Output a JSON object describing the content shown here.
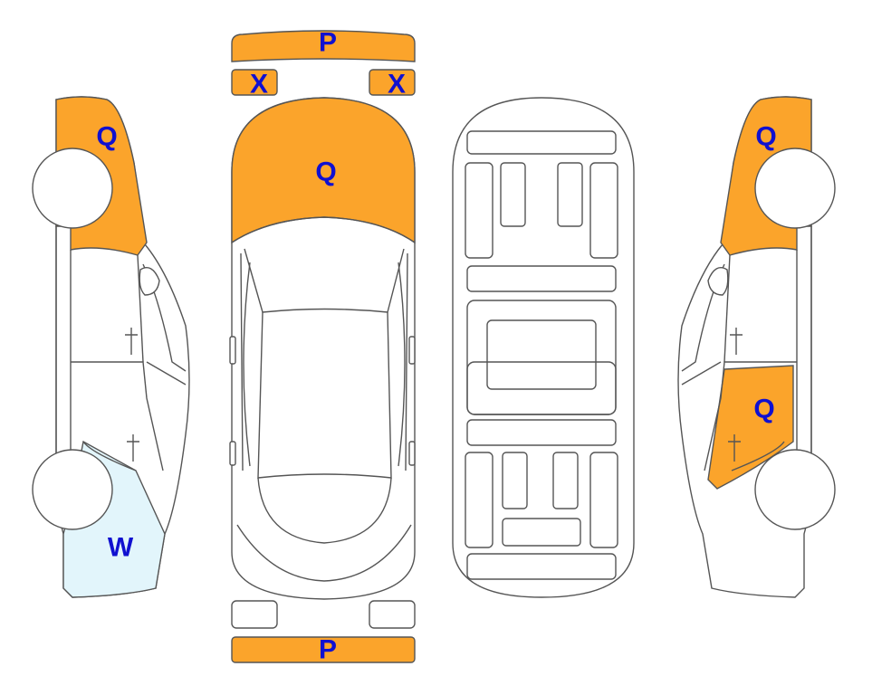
{
  "colors": {
    "damage_orange": "#fba42b",
    "light_blue": "#e2f5fb",
    "outline": "#555555",
    "label": "#1010d0"
  },
  "icons": {
    "left_side": "car-left-side-icon",
    "top": "car-top-view-icon",
    "underbody": "car-underbody-icon",
    "right_side": "car-right-side-icon"
  },
  "labels": {
    "front_bumper": "P",
    "headlight_left": "X",
    "headlight_right": "X",
    "hood": "Q",
    "rear_bumper": "P",
    "left_front_fender": "Q",
    "left_rear_quarter": "W",
    "right_front_fender": "Q",
    "right_rear_door": "Q"
  }
}
